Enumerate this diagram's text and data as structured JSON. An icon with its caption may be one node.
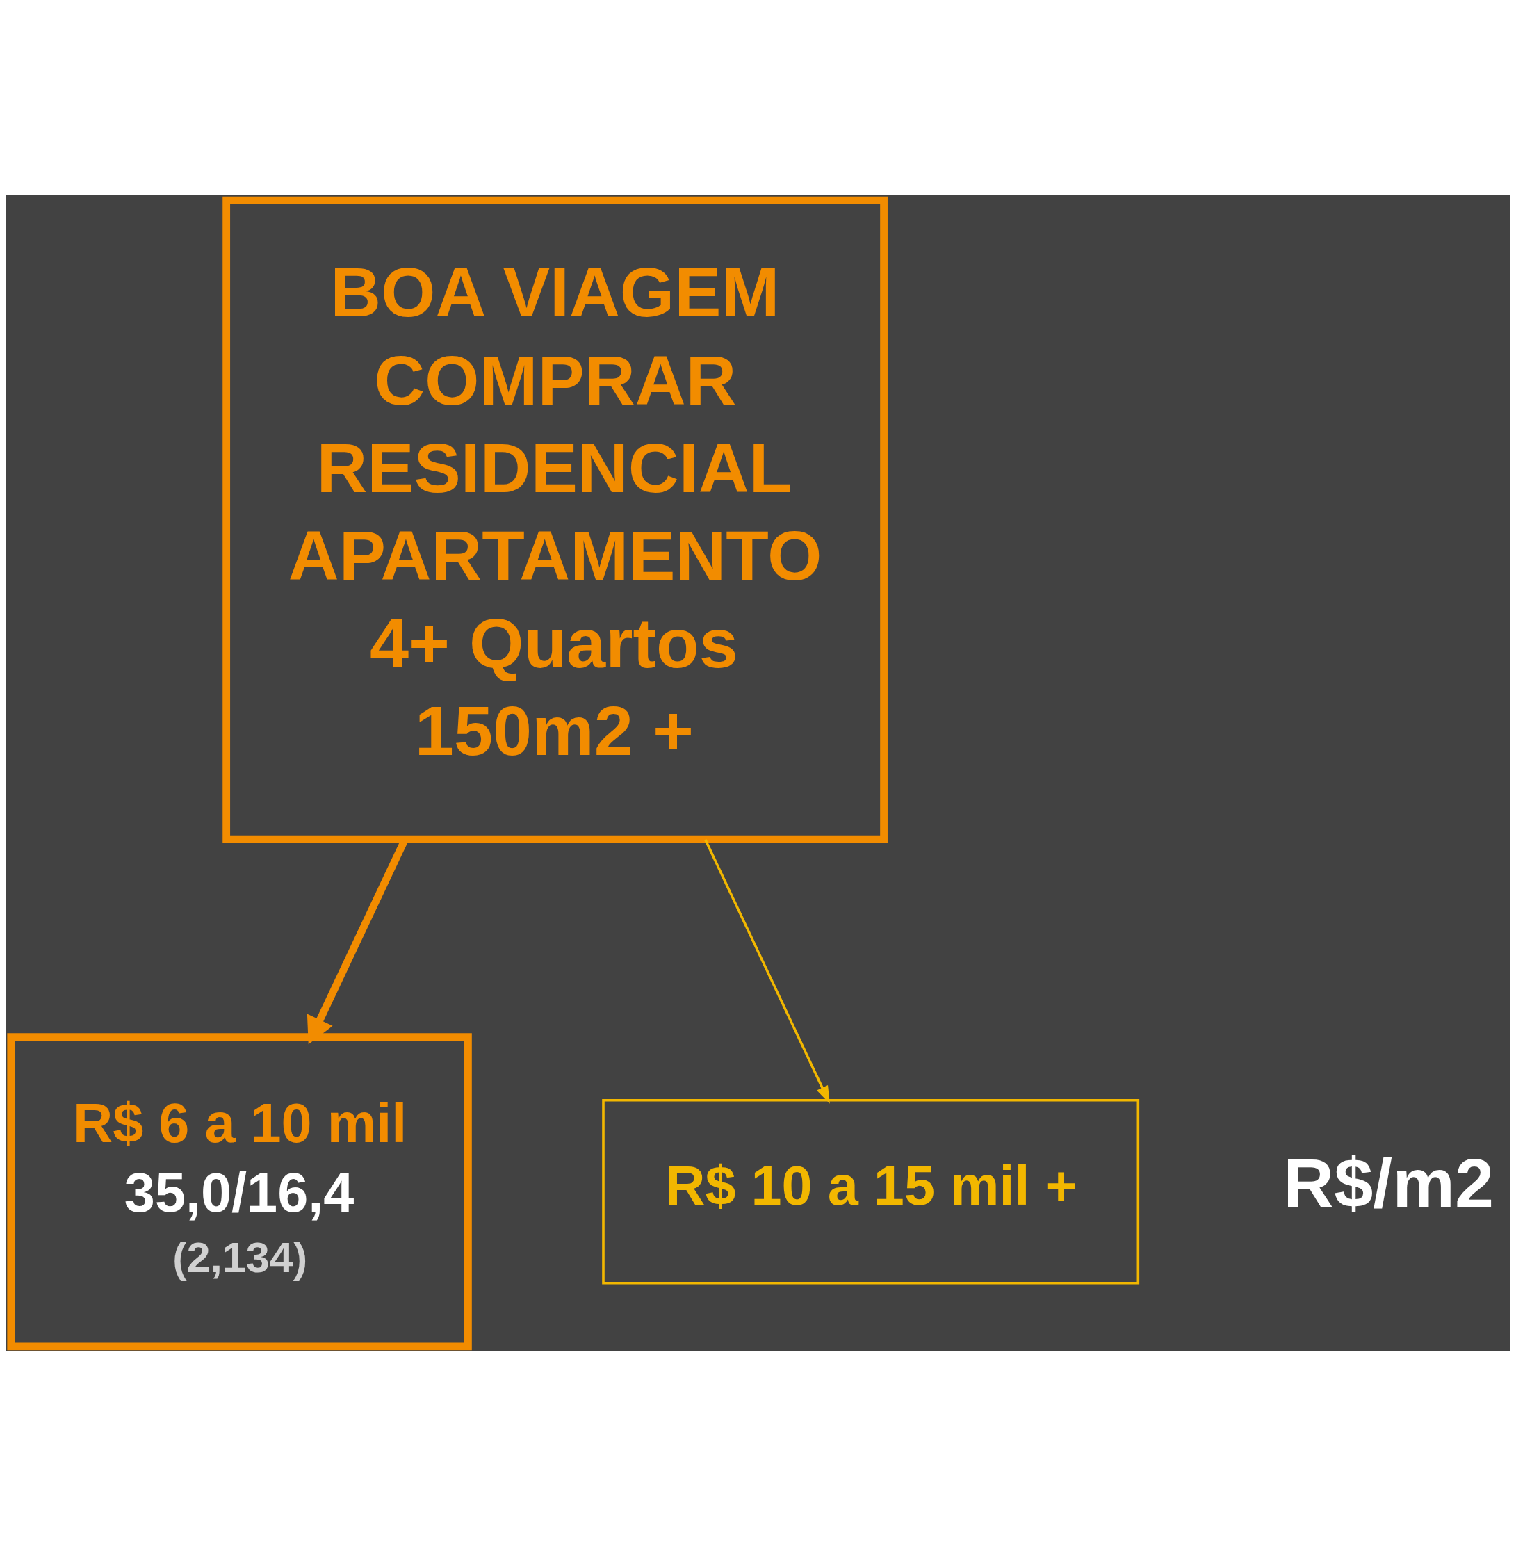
{
  "diagram": {
    "nodes": [
      {
        "text": [
          "BOA VIAGEM",
          "COMPRAR",
          "RESIDENCIAL",
          "APARTAMENTO",
          "4+ Quartos",
          "150m2 +"
        ]
      },
      {
        "text": [
          "R$ 6 a 10 mil",
          "35,0/16,4",
          "(2,134)"
        ]
      },
      {
        "text": [
          "R$ 10 a 15 mil +"
        ]
      }
    ],
    "edges": [
      {
        "from": 0,
        "to": 1,
        "arrow": "to",
        "style": "thick",
        "color": "#f28c00"
      },
      {
        "from": 0,
        "to": 2,
        "arrow": "to",
        "color": "#f2b700"
      }
    ],
    "labels": [
      "R$/m2"
    ]
  }
}
